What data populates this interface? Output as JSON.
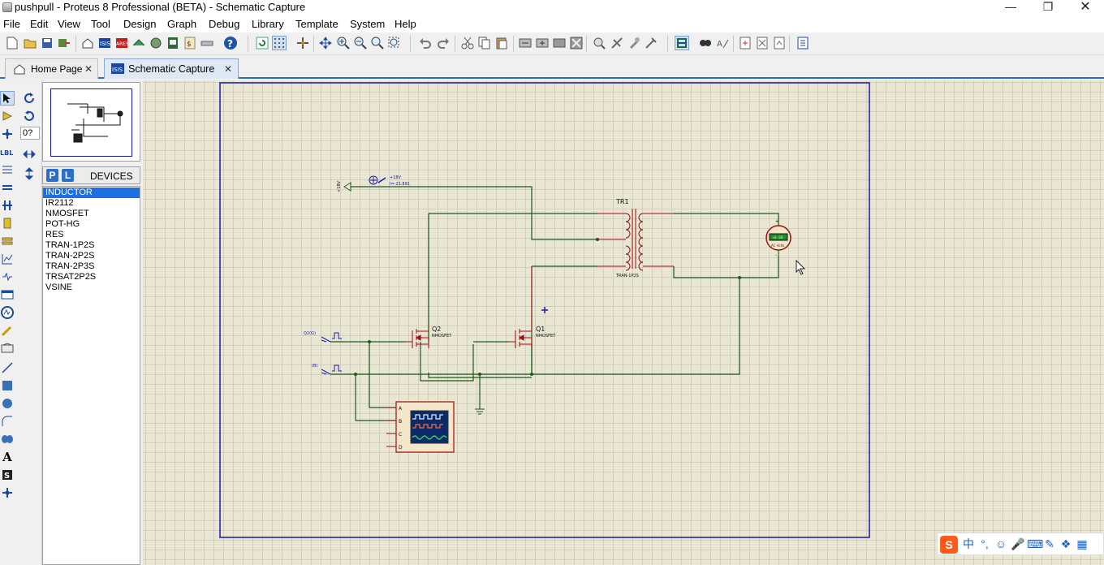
{
  "window": {
    "title": "pushpull - Proteus 8 Professional (BETA) - Schematic Capture"
  },
  "menu": [
    "File",
    "Edit",
    "View",
    "Tool",
    "Design",
    "Graph",
    "Debug",
    "Library",
    "Template",
    "System",
    "Help"
  ],
  "tabs": [
    {
      "label": "Home Page",
      "icon": "home-icon",
      "active": false
    },
    {
      "label": "Schematic Capture",
      "icon": "isis-icon",
      "active": true
    }
  ],
  "rotation_value": "0?",
  "device_panel": {
    "p_label": "P",
    "l_label": "L",
    "title": "DEVICES",
    "devices": [
      "INDUCTOR",
      "IR2112",
      "NMOSFET",
      "POT-HG",
      "RES",
      "TRAN-1P2S",
      "TRAN-2P2S",
      "TRAN-2P3S",
      "TRSAT2P2S",
      "VSINE"
    ],
    "selected_index": 0
  },
  "schematic": {
    "power_label": "+18V",
    "probe_label_v": "+18V",
    "probe_label_i": "I=-21.891",
    "transformer": {
      "ref": "TR1",
      "part": "TRAN-1P2S"
    },
    "voltmeter": {
      "display": "+0.00",
      "unit": "AC Volts"
    },
    "q1": {
      "ref": "Q1",
      "part": "NMOSFET"
    },
    "q2": {
      "ref": "Q2",
      "part": "NMOSFET"
    },
    "gen_q2": {
      "label": "Q2(G)"
    },
    "gen_b": {
      "label": "(B)"
    },
    "scope": {
      "channels": [
        "A",
        "B",
        "C",
        "D"
      ]
    }
  },
  "colors": {
    "wire": "#1f5a1f",
    "component": "#9a1010",
    "sheet_border": "#1a1aa0",
    "grid_bg": "#e9e6d4",
    "accent": "#2c6ebd",
    "selected": "#1e6fe0"
  }
}
